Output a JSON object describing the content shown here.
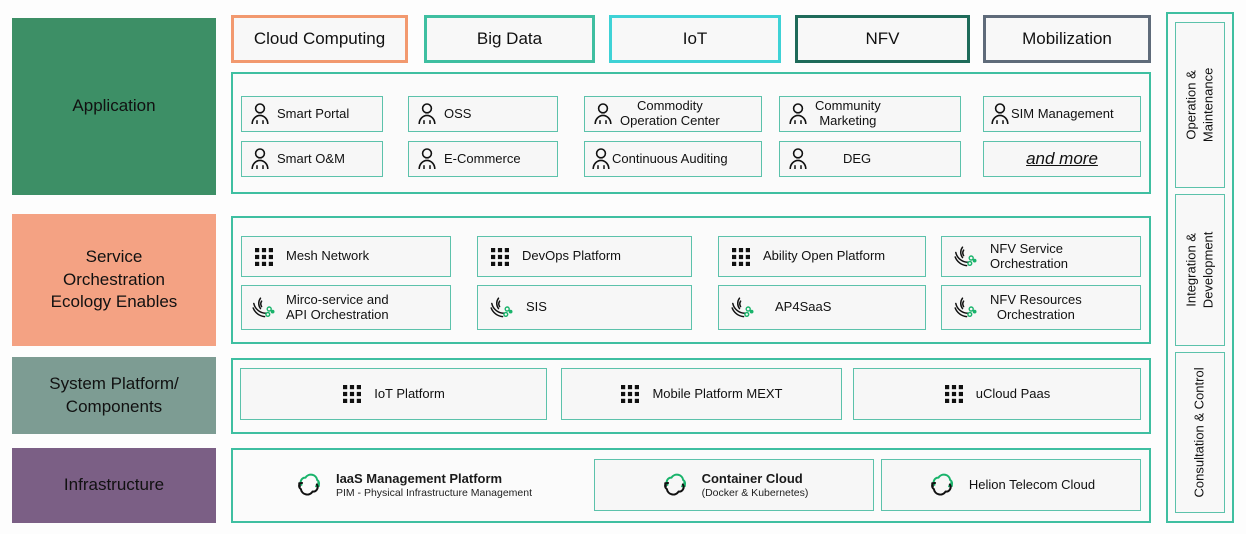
{
  "colors": {
    "teal_border": "#3fbfa1",
    "tile_border": "#5cc2ab",
    "application": "#3d8f66",
    "service": "#f4a283",
    "system": "#7d9c93",
    "infrastructure": "#7b5f85",
    "tab_cloud": "#f2996f",
    "tab_bigdata": "#3fbfa1",
    "tab_iot": "#3fd2d6",
    "tab_nfv": "#1f6b5a",
    "tab_mobilization": "#5f6b7a",
    "icon_green": "#19b36b"
  },
  "tabs": [
    {
      "label": "Cloud Computing",
      "color": "#f2996f"
    },
    {
      "label": "Big Data",
      "color": "#3fbfa1"
    },
    {
      "label": "IoT",
      "color": "#3fd2d6"
    },
    {
      "label": "NFV",
      "color": "#1f6b5a"
    },
    {
      "label": "Mobilization",
      "color": "#5f6b7a"
    }
  ],
  "layers": [
    {
      "key": "application",
      "label": "Application"
    },
    {
      "key": "service",
      "label": "Service\nOrchestration\nEcology Enables"
    },
    {
      "key": "system",
      "label": "System Platform/\nComponents"
    },
    {
      "key": "infrastructure",
      "label": "Infrastructure"
    }
  ],
  "layer_labels": {
    "application": "Application",
    "service_line1": "Service",
    "service_line2": "Orchestration",
    "service_line3": "Ecology Enables",
    "system_line1": "System Platform/",
    "system_line2": "Components",
    "infrastructure": "Infrastructure"
  },
  "application_items": [
    {
      "label": "Smart Portal",
      "icon": "person-icon",
      "lines": 1
    },
    {
      "label": "OSS",
      "icon": "person-icon",
      "lines": 1
    },
    {
      "label_line1": "Commodity",
      "label_line2": "Operation Center",
      "icon": "person-icon",
      "lines": 2
    },
    {
      "label_line1": "Community",
      "label_line2": "Marketing",
      "icon": "person-icon",
      "lines": 2
    },
    {
      "label": "SIM Management",
      "icon": "person-icon",
      "lines": 1
    },
    {
      "label": "Smart O&M",
      "icon": "person-icon",
      "lines": 1
    },
    {
      "label": "E-Commerce",
      "icon": "person-icon",
      "lines": 1
    },
    {
      "label": "Continuous Auditing",
      "icon": "person-icon",
      "lines": 1
    },
    {
      "label": "DEG",
      "icon": "person-icon",
      "lines": 1
    },
    {
      "label": "and more",
      "icon": "none",
      "lines": 1
    }
  ],
  "service_items": [
    {
      "label": "Mesh Network",
      "icon": "grid-dots-icon"
    },
    {
      "label": "DevOps Platform",
      "icon": "grid-dots-icon"
    },
    {
      "label": "Ability Open Platform",
      "icon": "grid-dots-icon"
    },
    {
      "label_line1": "NFV Service",
      "label_line2": "Orchestration",
      "icon": "orchestration-icon"
    },
    {
      "label_line1": "Mirco-service and",
      "label_line2": "API Orchestration",
      "icon": "orchestration-icon"
    },
    {
      "label": "SIS",
      "icon": "orchestration-icon"
    },
    {
      "label": "AP4SaaS",
      "icon": "orchestration-icon"
    },
    {
      "label_line1": "NFV Resources",
      "label_line2": "Orchestration",
      "icon": "orchestration-icon"
    }
  ],
  "system_items": [
    {
      "label": "IoT Platform",
      "icon": "grid-dots-icon"
    },
    {
      "label": "Mobile Platform MEXT",
      "icon": "grid-dots-icon"
    },
    {
      "label": "uCloud Paas",
      "icon": "grid-dots-icon"
    }
  ],
  "infrastructure_items": [
    {
      "title": "IaaS Management Platform",
      "subtitle": "PIM - Physical Infrastructure Management",
      "icon": "cloud-refresh-icon"
    },
    {
      "title": "Container Cloud",
      "subtitle": "(Docker & Kubernetes)",
      "icon": "cloud-refresh-icon"
    },
    {
      "title": "Helion Telecom Cloud",
      "subtitle": "",
      "icon": "cloud-refresh-icon"
    }
  ],
  "side_panels": [
    {
      "line1": "Operation &",
      "line2": "Maintenance"
    },
    {
      "line1": "Integration &",
      "line2": "Development"
    },
    {
      "line1": "Consultation & Control",
      "line2": ""
    }
  ]
}
